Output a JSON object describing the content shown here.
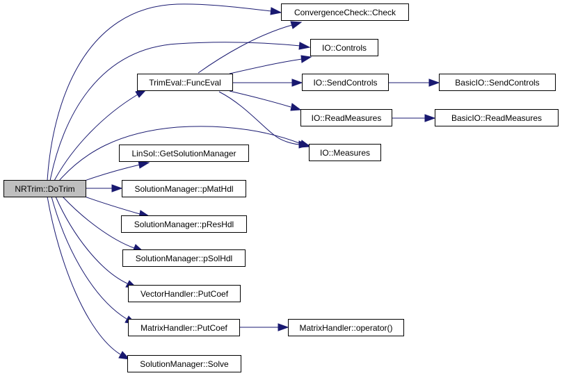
{
  "graph": {
    "nodes": {
      "dotrim": "NRTrim::DoTrim",
      "convcheck": "ConvergenceCheck::Check",
      "funceval": "TrimEval::FuncEval",
      "io_controls": "IO::Controls",
      "io_sendcontrols": "IO::SendControls",
      "basic_sendcontrols": "BasicIO::SendControls",
      "io_readmeasures": "IO::ReadMeasures",
      "basic_readmeasures": "BasicIO::ReadMeasures",
      "io_measures": "IO::Measures",
      "getsolman": "LinSol::GetSolutionManager",
      "pmathdl": "SolutionManager::pMatHdl",
      "preshdl": "SolutionManager::pResHdl",
      "psolhdl": "SolutionManager::pSolHdl",
      "vec_putcoef": "VectorHandler::PutCoef",
      "mat_putcoef": "MatrixHandler::PutCoef",
      "mat_operator": "MatrixHandler::operator()",
      "solve": "SolutionManager::Solve"
    },
    "colors": {
      "edge": "#191970",
      "root_fill": "#bfbfbf",
      "node_fill": "#ffffff",
      "node_stroke": "#000000"
    }
  }
}
